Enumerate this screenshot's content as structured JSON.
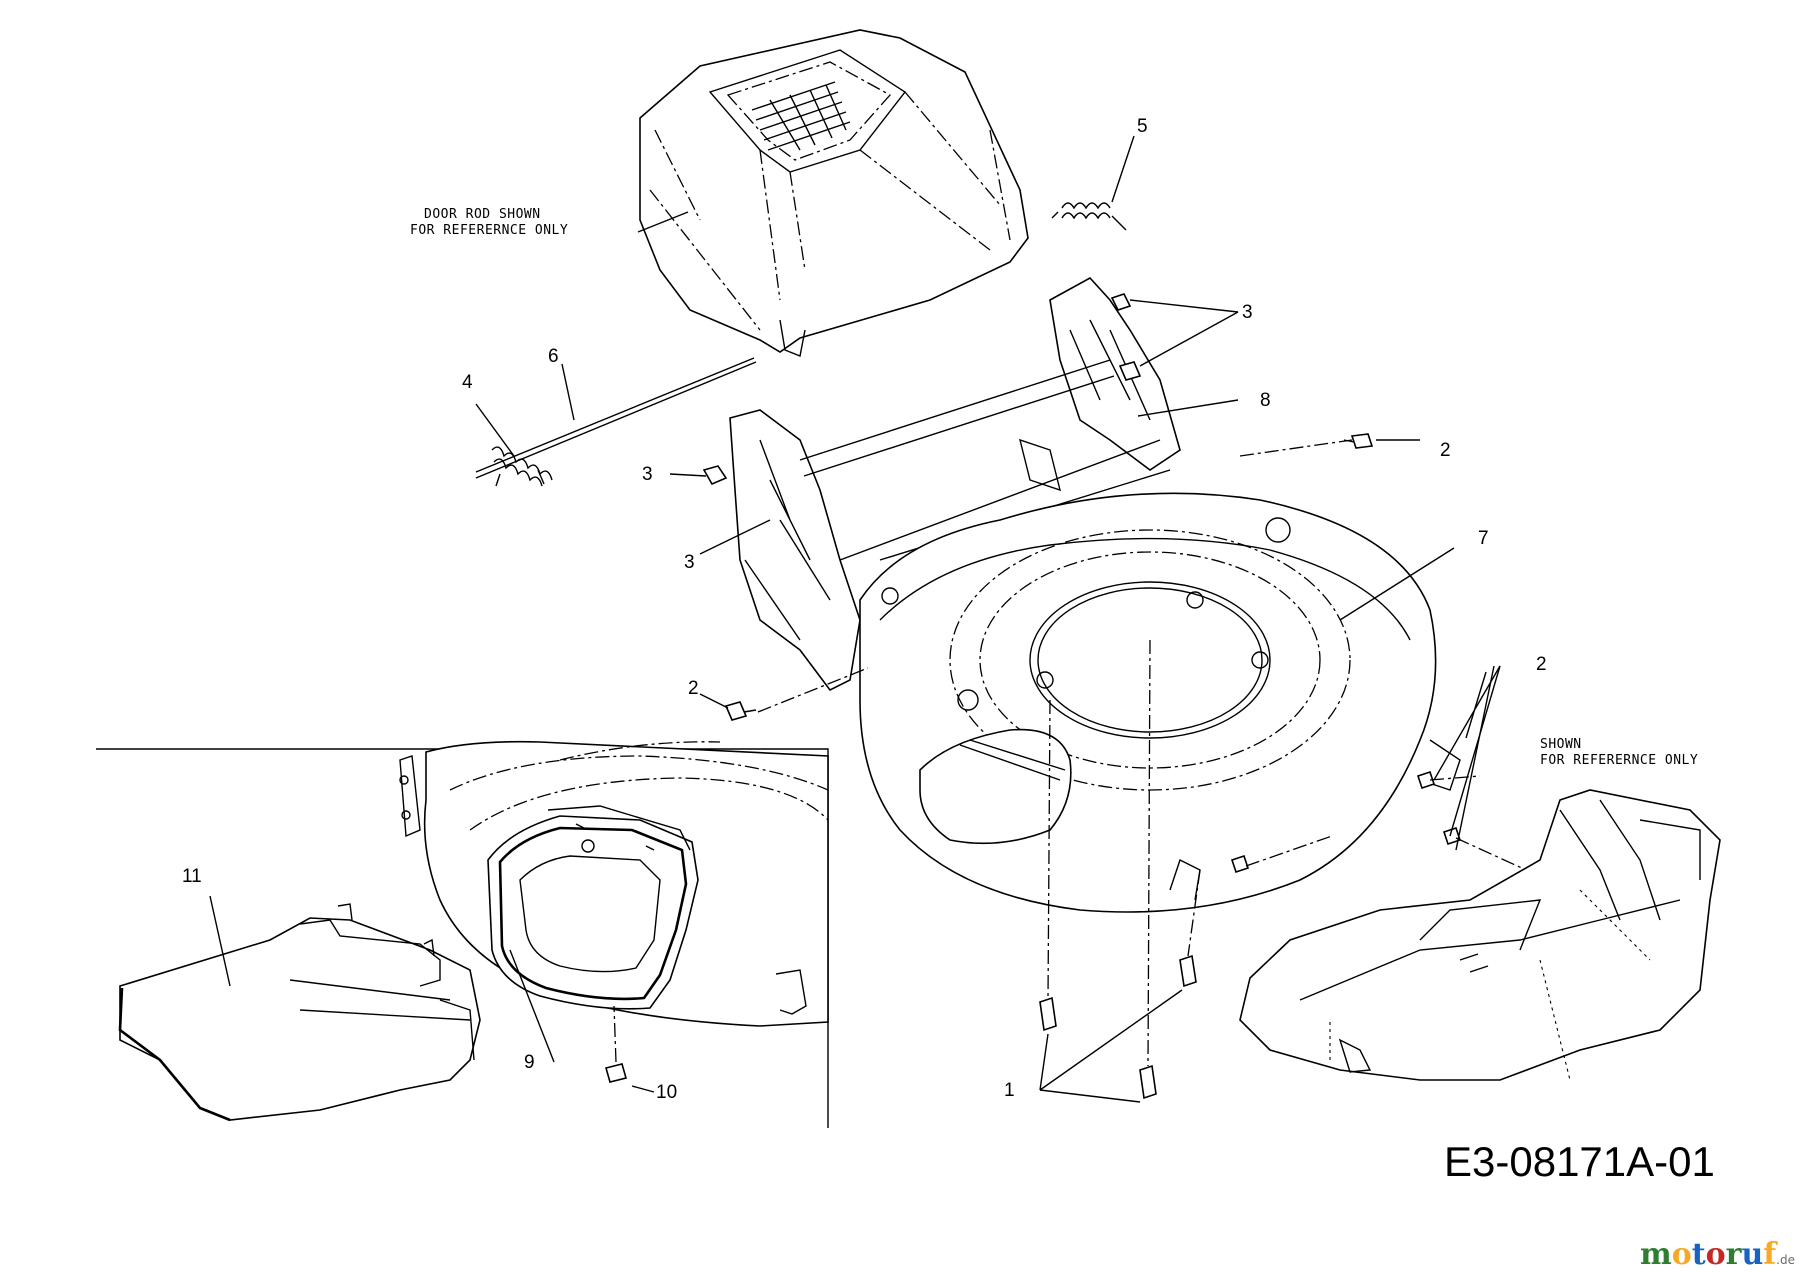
{
  "diagram": {
    "code": "E3-08171A-01",
    "notes": {
      "door_rod": [
        "DOOR ROD SHOWN",
        "FOR REFERERNCE ONLY"
      ],
      "shown": [
        "SHOWN",
        "FOR REFERERNCE ONLY"
      ]
    },
    "callouts": {
      "c1": "1",
      "c2a": "2",
      "c2b": "2",
      "c2c": "2",
      "c3a": "3",
      "c3b": "3",
      "c3c": "3",
      "c4": "4",
      "c5": "5",
      "c6": "6",
      "c7": "7",
      "c8": "8",
      "c9": "9",
      "c10": "10",
      "c11": "11"
    }
  },
  "watermark": {
    "parts": [
      "m",
      "o",
      "t",
      "o",
      "r",
      "u",
      "f"
    ],
    "colors": [
      "#2e7d32",
      "#f9a825",
      "#1565c0",
      "#c62828",
      "#2e7d32",
      "#1565c0",
      "#f9a825"
    ],
    "suffix": ".de"
  }
}
